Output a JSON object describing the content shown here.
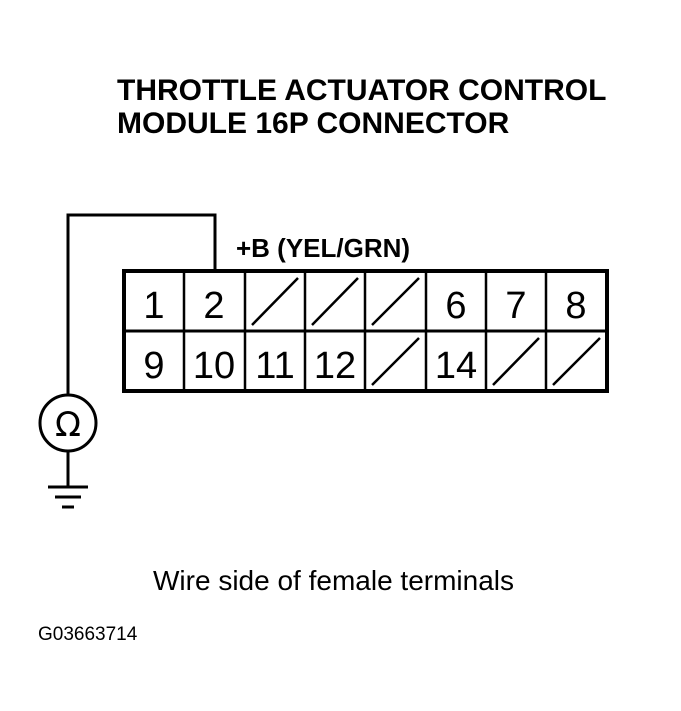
{
  "title": {
    "line1": "THROTTLE ACTUATOR CONTROL",
    "line2": "MODULE 16P CONNECTOR"
  },
  "wire_label": "+B (YEL/GRN)",
  "meter_symbol": "Ω",
  "connector": {
    "rows": [
      [
        "1",
        "2",
        "",
        "",
        "",
        "6",
        "7",
        "8"
      ],
      [
        "9",
        "10",
        "11",
        "12",
        "",
        "14",
        "",
        ""
      ]
    ]
  },
  "caption": "Wire side of female terminals",
  "figure_id": "G03663714",
  "icons": [
    "ohmmeter-icon",
    "ground-icon"
  ]
}
